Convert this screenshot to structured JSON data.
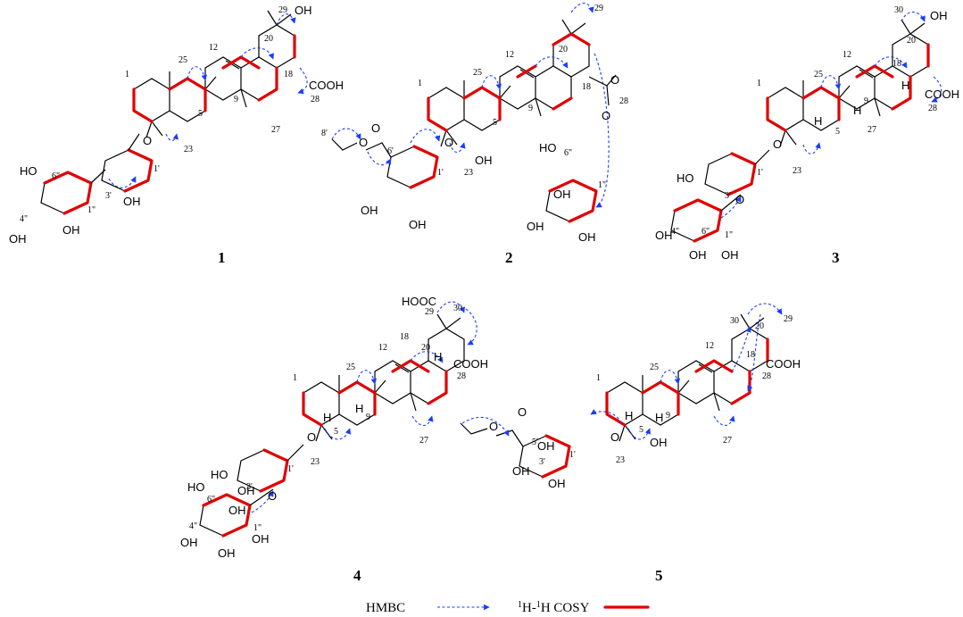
{
  "compounds": [
    {
      "label": "1"
    },
    {
      "label": "2"
    },
    {
      "label": "3"
    },
    {
      "label": "4"
    },
    {
      "label": "5"
    }
  ],
  "legend": {
    "hmbc_label": "HMBC",
    "cosy_label_sup": "1",
    "cosy_label_mid": "H-",
    "cosy_label_sup2": "1",
    "cosy_label_end": "H COSY",
    "hmbc_color": "#1a3cff",
    "cosy_color": "#e10000"
  },
  "labels": {
    "oh": "OH",
    "cooh": "COOH",
    "hooc": "HOOC",
    "ho": "HO",
    "o": "O",
    "h": "H",
    "n1": "1",
    "n5": "5",
    "n9": "9",
    "n12": "12",
    "n18": "18",
    "n20": "20",
    "n23": "23",
    "n25": "25",
    "n27": "27",
    "n28": "28",
    "n29": "29",
    "n30": "30",
    "n1p": "1'",
    "n3p": "3'",
    "n6p": "6'",
    "n8p": "8'",
    "n1pp": "1\"",
    "n4pp": "4\"",
    "n6pp": "6\"",
    "n5p": "5'"
  }
}
